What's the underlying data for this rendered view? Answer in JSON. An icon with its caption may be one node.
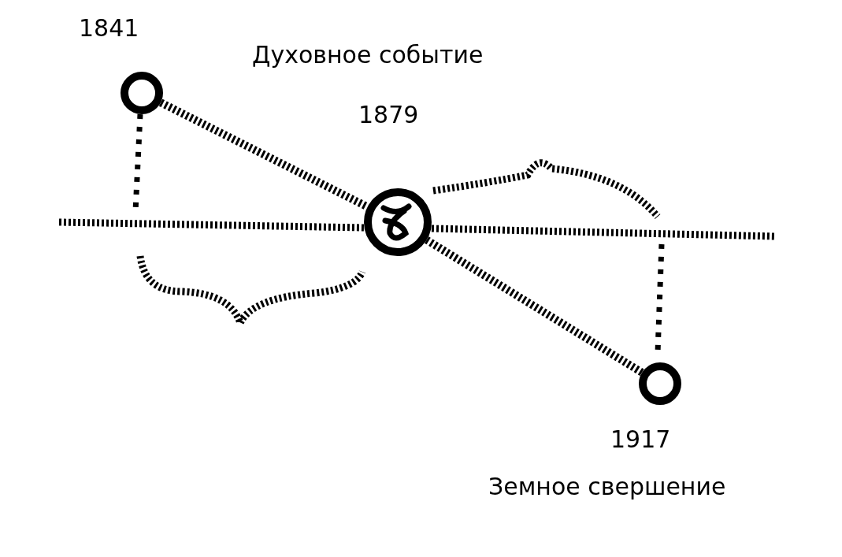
{
  "diagram": {
    "nodes": [
      {
        "text": [],
        "shape": "circle",
        "beside": [
          "1841"
        ]
      },
      {
        "text": [],
        "shape": "circle",
        "beside": [
          "Духовное событие",
          "1879"
        ]
      },
      {
        "text": [],
        "shape": "circle",
        "beside": [
          "1917",
          "Земное свершение"
        ]
      }
    ],
    "edges": [
      {
        "from": 0,
        "to": 1,
        "arrow": "none"
      },
      {
        "from": 1,
        "to": 2,
        "arrow": "none"
      }
    ]
  }
}
